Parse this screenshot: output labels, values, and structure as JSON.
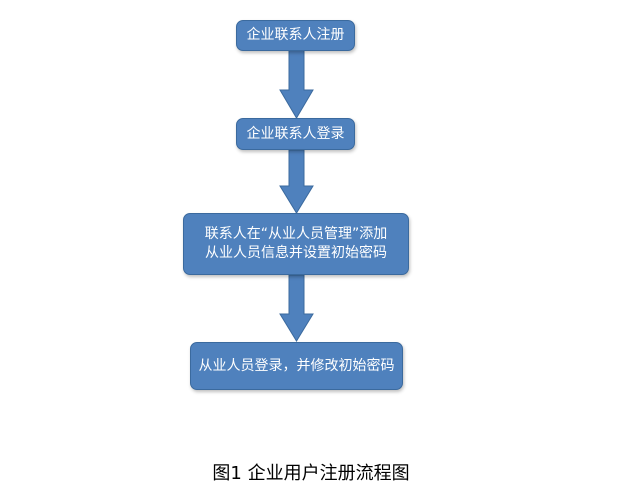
{
  "steps": [
    {
      "label": "企业联系人注册"
    },
    {
      "label": "企业联系人登录"
    },
    {
      "label_line1": "联系人在“从业人员管理”添加",
      "label_line2": "从业人员信息并设置初始密码"
    },
    {
      "label": "从业人员登录，并修改初始密码"
    }
  ],
  "caption": "图1 企业用户注册流程图",
  "colors": {
    "box_fill": "#4F81BD",
    "box_border": "#3B6A9E",
    "text": "#FFFFFF"
  }
}
